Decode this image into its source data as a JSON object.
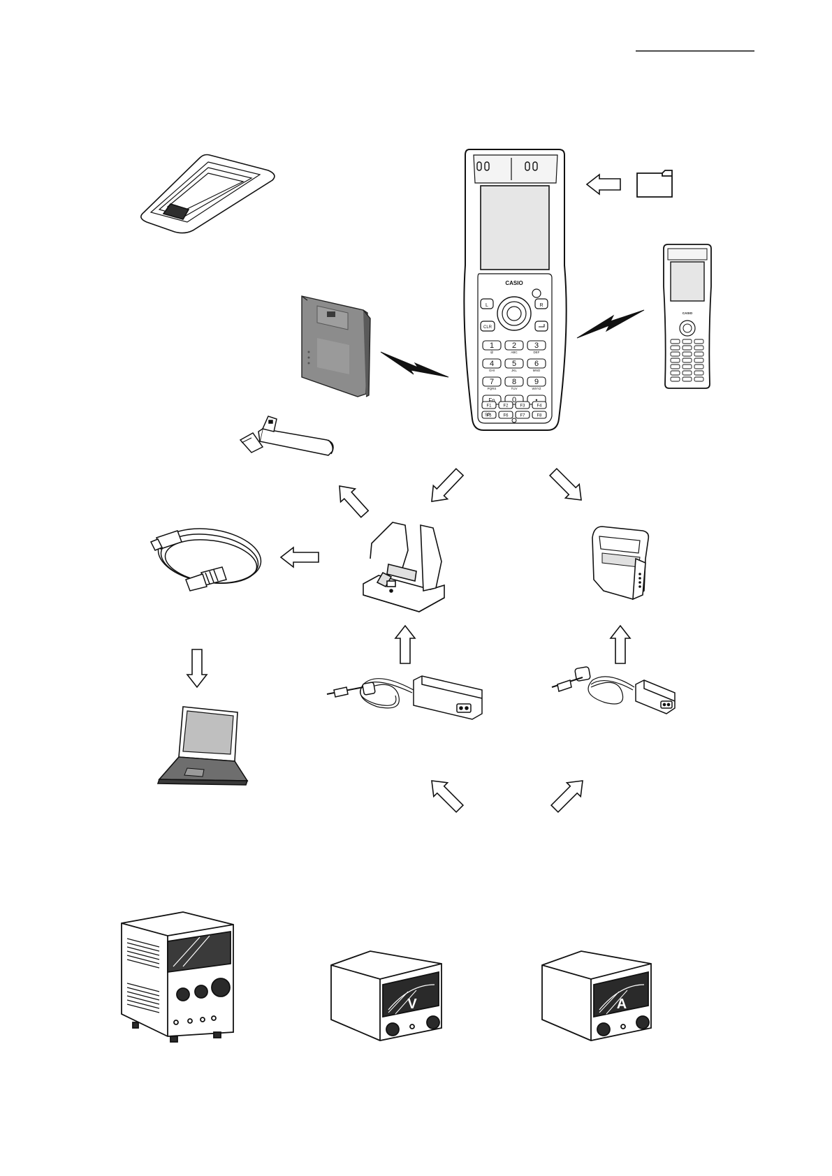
{
  "handheld": {
    "brand": "CASIO",
    "keys": {
      "side_left": "L",
      "side_right": "R",
      "clr": "CLR",
      "digits": [
        "1",
        "2",
        "3",
        "4",
        "5",
        "6",
        "7",
        "8",
        "9",
        "0"
      ],
      "letter_row_1": [
        "@",
        "ABC",
        "DEF"
      ],
      "letter_row_2": [
        "GHI",
        "JKL",
        "MNO"
      ],
      "letter_row_3": [
        "PQRS",
        "TUV",
        "WXYZ"
      ],
      "fn": "Fn",
      "dot": "•",
      "fkeys": [
        "F1",
        "F2",
        "F3",
        "F4",
        "F5",
        "F6",
        "F7",
        "F8"
      ],
      "sp": "SP"
    }
  },
  "small_handheld": {
    "brand": "CASIO"
  },
  "instruments": {
    "voltmeter_symbol": "V",
    "ammeter_symbol": "A"
  },
  "colors": {
    "line": "#111111",
    "gray_fill": "#8c8c8c",
    "dark_fill": "#3a3a3a",
    "screen": "#e6e6e6"
  },
  "icons": [
    "rfid-card-icon",
    "microsd-card-icon",
    "handheld-terminal-icon",
    "access-point-icon",
    "usb-card-reader-icon",
    "usb-cable-icon",
    "laptop-icon",
    "cradle-icon",
    "battery-charger-icon",
    "ac-adapter-icon",
    "power-supply-icon",
    "voltmeter-icon",
    "ammeter-icon"
  ]
}
